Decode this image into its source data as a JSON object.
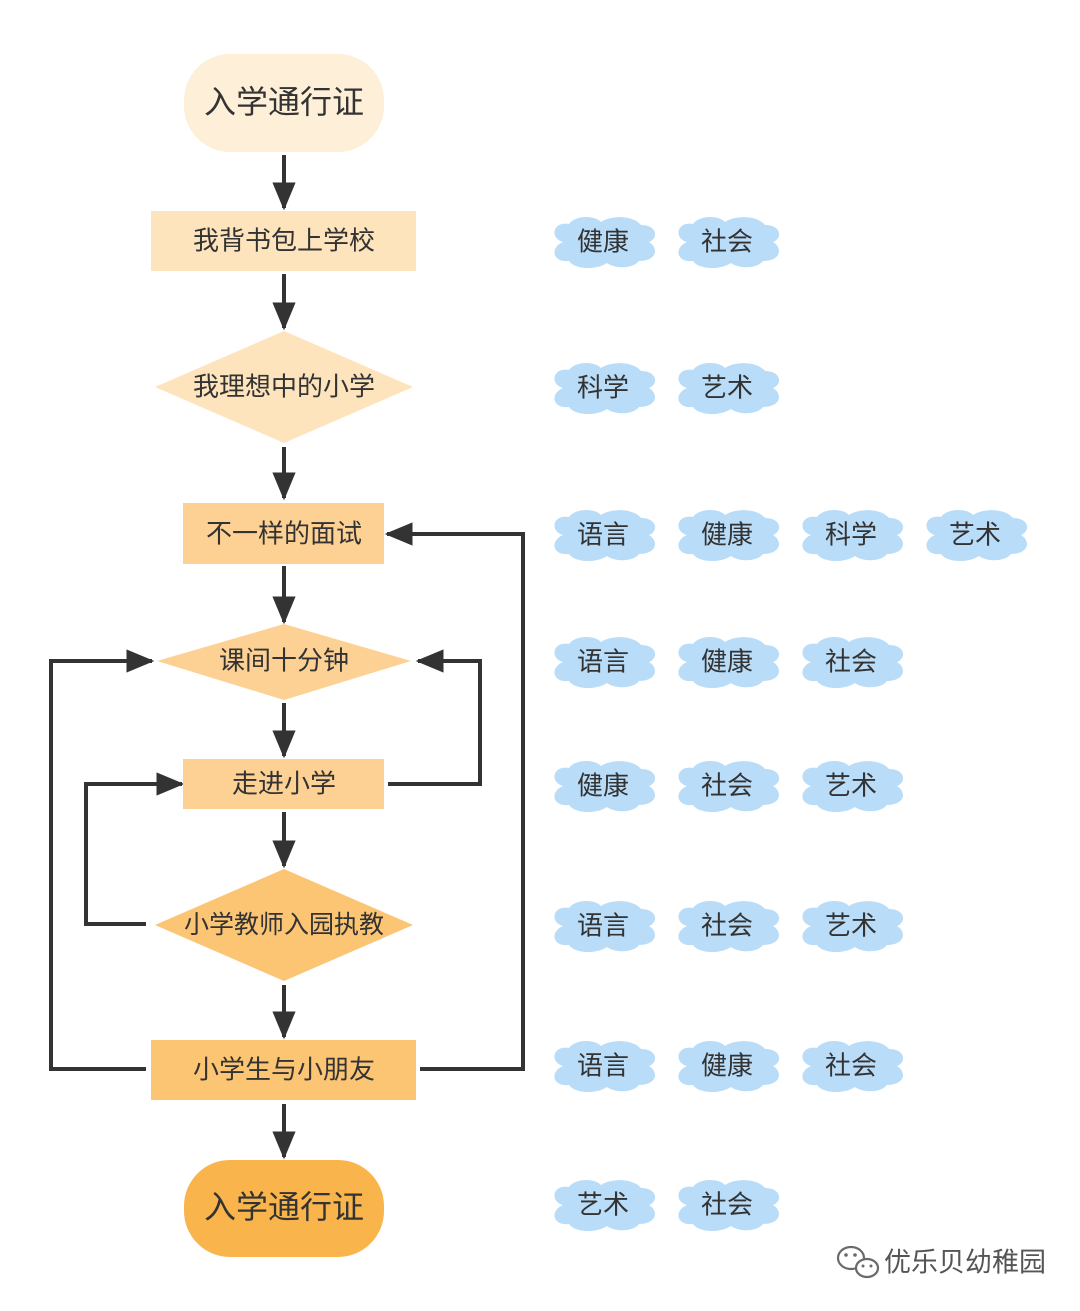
{
  "colors": {
    "pale": "#fdefd8",
    "light": "#fde4bc",
    "mid": "#fdd194",
    "strong": "#fbc574",
    "deep": "#fab44c",
    "cloud": "#b9dcf8",
    "arrow": "#333333"
  },
  "flow": {
    "start": "入学通行证",
    "step1": "我背书包上学校",
    "step2": "我理想中的小学",
    "step3": "不一样的面试",
    "step4": "课间十分钟",
    "step5": "走进小学",
    "step6": "小学教师入园执教",
    "step7": "小学生与小朋友",
    "end": "入学通行证"
  },
  "tags": {
    "row1": [
      "健康",
      "社会"
    ],
    "row2": [
      "科学",
      "艺术"
    ],
    "row3": [
      "语言",
      "健康",
      "科学",
      "艺术"
    ],
    "row4": [
      "语言",
      "健康",
      "社会"
    ],
    "row5": [
      "健康",
      "社会",
      "艺术"
    ],
    "row6": [
      "语言",
      "社会",
      "艺术"
    ],
    "row7": [
      "语言",
      "健康",
      "社会"
    ],
    "row8": [
      "艺术",
      "社会"
    ]
  },
  "watermark": {
    "icon": "wechat-icon",
    "text": "优乐贝幼稚园"
  }
}
